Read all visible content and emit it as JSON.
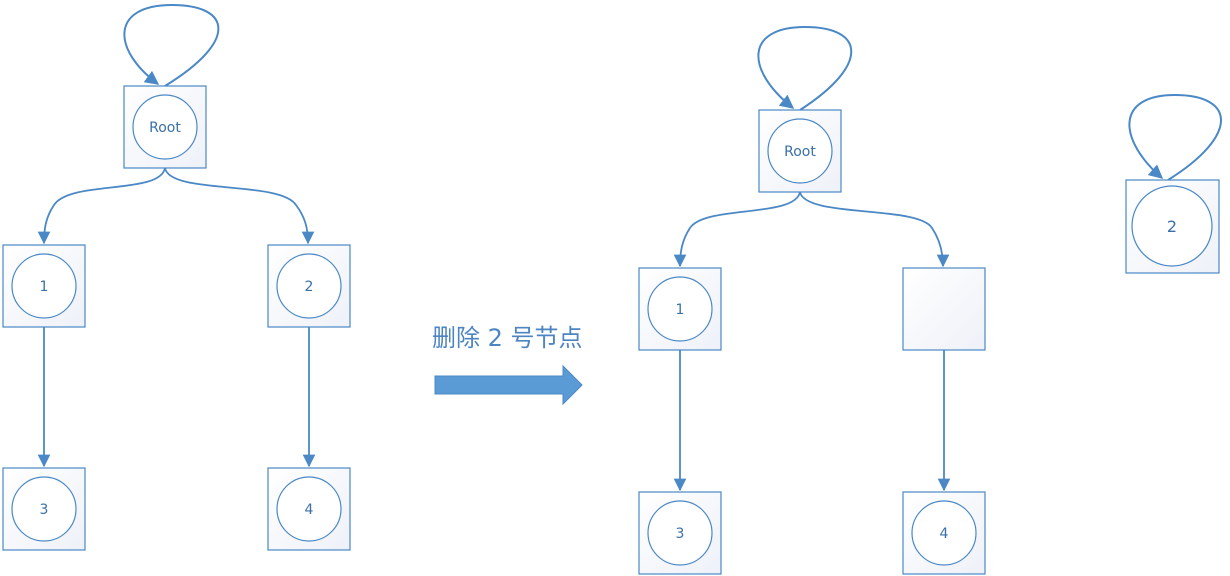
{
  "diagram": {
    "caption": "删除 2 号节点",
    "colors": {
      "stroke": "#4a88c6",
      "text": "#3a6fa8",
      "box_fill": "#f8f9fd",
      "arrow_fill": "#5b9bd5"
    },
    "left_tree": {
      "root": "Root",
      "nodes": [
        "1",
        "2",
        "3",
        "4"
      ]
    },
    "right_tree": {
      "root": "Root",
      "nodes": [
        "1",
        "3",
        "4"
      ],
      "detached": "2"
    }
  }
}
